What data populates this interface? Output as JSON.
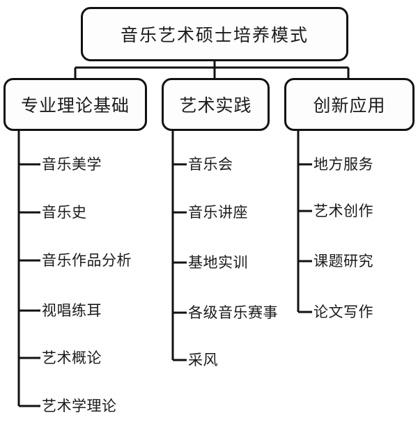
{
  "diagram": {
    "type": "tree",
    "title_node": {
      "label": "音乐艺术硕士培养模式"
    },
    "branches": [
      {
        "label": "专业理论基础",
        "items": [
          "音乐美学",
          "音乐史",
          "音乐作品分析",
          "视唱练耳",
          "艺术概论",
          "艺术学理论"
        ]
      },
      {
        "label": "艺术实践",
        "items": [
          "音乐会",
          "音乐讲座",
          "基地实训",
          "各级音乐赛事",
          "采风"
        ]
      },
      {
        "label": "创新应用",
        "items": [
          "地方服务",
          "艺术创作",
          "课题研究",
          "论文写作"
        ]
      }
    ],
    "colors": {
      "line": "#111111",
      "box_fill": "#fdfdfd",
      "text": "#1a1a1a",
      "background": "#ffffff"
    }
  }
}
